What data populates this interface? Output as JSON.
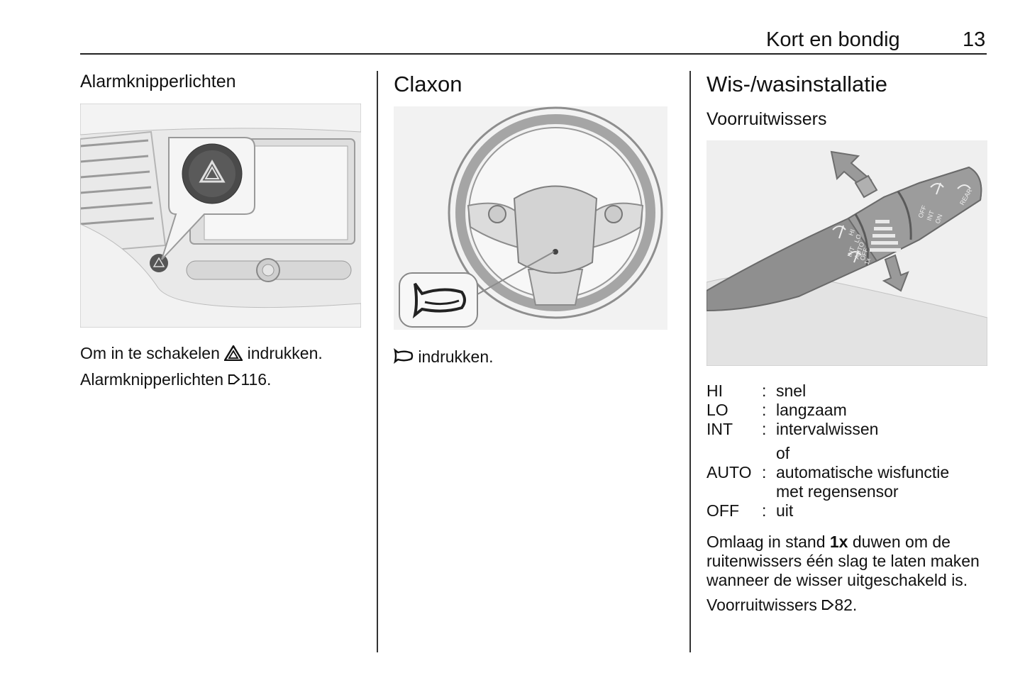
{
  "header": {
    "title": "Kort en bondig",
    "page_number": "13"
  },
  "col1": {
    "heading": "Alarmknipperlichten",
    "line1_before": "Om in te schakelen",
    "line1_icon": "hazard-warning-icon",
    "line1_after": "indrukken.",
    "line2_text": "Alarmknipperlichten",
    "line2_ref": "116."
  },
  "col2": {
    "heading": "Claxon",
    "text_icon": "horn-icon",
    "text": "indrukken."
  },
  "col3": {
    "heading": "Wis-/wasinstallatie",
    "subheading": "Voorruitwissers",
    "lever_labels": [
      "HI",
      "LO",
      "INT",
      "AUTO",
      "OFF",
      "1x",
      "OFF",
      "INT",
      "ON",
      "REAR"
    ],
    "legend": [
      {
        "key": "HI",
        "sep": ":",
        "value": "snel"
      },
      {
        "key": "LO",
        "sep": ":",
        "value": "langzaam"
      },
      {
        "key": "INT",
        "sep": ":",
        "value": "intervalwissen"
      },
      {
        "key": "",
        "sep": "",
        "value": "of"
      },
      {
        "key": "AUTO",
        "sep": ":",
        "value": "automatische wisfunctie"
      },
      {
        "key": "",
        "sep": "",
        "value": "met regensensor"
      },
      {
        "key": "OFF",
        "sep": ":",
        "value": "uit"
      }
    ],
    "para_before": "Omlaag in stand",
    "para_bold": "1x",
    "para_after": "duwen om de ruitenwissers één slag te laten maken wanneer de wisser uitgeschakeld is.",
    "ref_text": "Voorruitwissers",
    "ref_num": "82."
  }
}
